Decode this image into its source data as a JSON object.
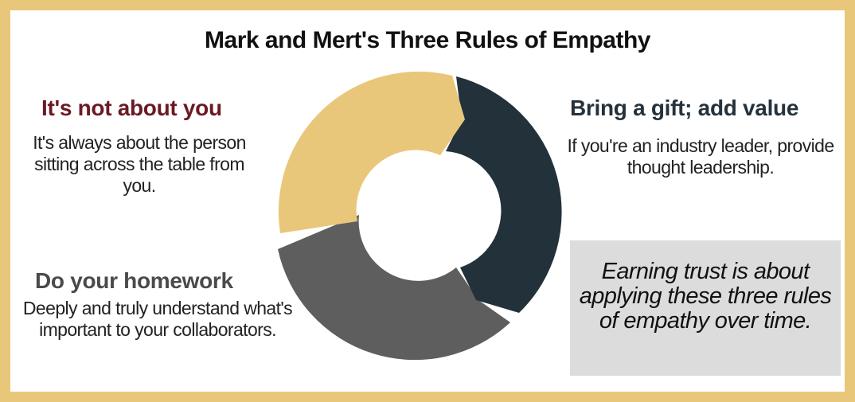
{
  "title": "Mark and Mert's Three Rules of Empathy",
  "rules": [
    {
      "heading": "It's not about you",
      "body": "It's always about the person sitting across the table from you.",
      "color": "#6b1a24",
      "segment_color": "#e9c77a"
    },
    {
      "heading": "Bring a gift; add value",
      "body": "If you're an industry leader, provide thought leadership.",
      "color": "#26323b",
      "segment_color": "#22313a"
    },
    {
      "heading": "Do your homework",
      "body": "Deeply and truly understand what's important to your collaborators.",
      "color": "#4a4a4a",
      "segment_color": "#5e5e5e"
    }
  ],
  "quote": "Earning trust is about applying these three rules of empathy over time.",
  "colors": {
    "border": "#e9c77a",
    "quote_background": "#dcdcdc"
  }
}
